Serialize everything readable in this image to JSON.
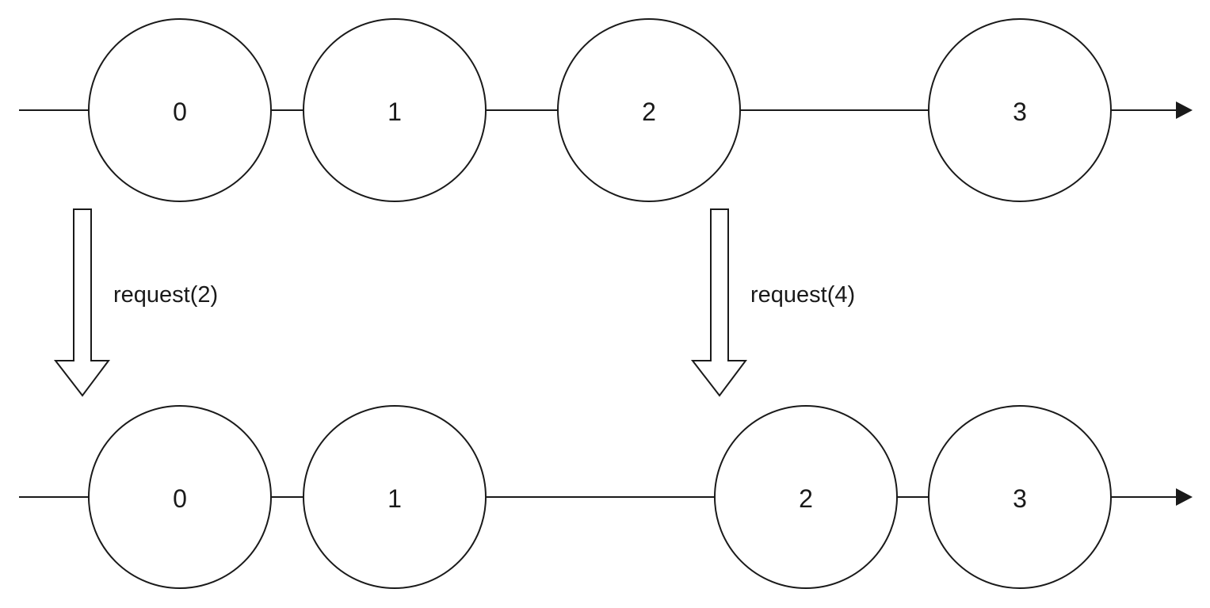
{
  "top_timeline": {
    "items": [
      "0",
      "1",
      "2",
      "3"
    ]
  },
  "bottom_timeline": {
    "items": [
      "0",
      "1",
      "2",
      "3"
    ]
  },
  "requests": [
    {
      "label": "request(2)"
    },
    {
      "label": "request(4)"
    }
  ],
  "colors": {
    "stroke": "#1a1a1a",
    "background": "#ffffff"
  }
}
